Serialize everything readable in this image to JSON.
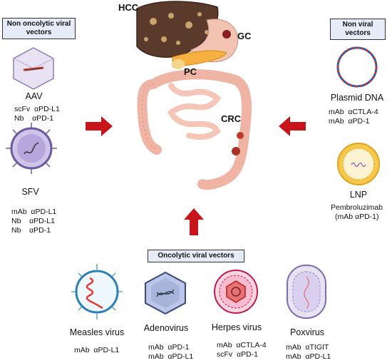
{
  "headings": {
    "non_oncolytic": "Non oncolytic viral vectors",
    "non_viral": "Non viral vectors",
    "oncolytic": "Oncolytic viral vectors"
  },
  "organs": {
    "hcc": "HCC",
    "gc": "GC",
    "pc": "PC",
    "crc": "CRC"
  },
  "vectors": {
    "aav": {
      "name": "AAV",
      "lines": [
        "scFv  αPD-L1",
        "Nb    αPD-1"
      ]
    },
    "sfv": {
      "name": "SFV",
      "lines": [
        "mAb  αPD-L1",
        "Nb    αPD-L1",
        "Nb    αPD-1"
      ]
    },
    "plasmid": {
      "name": "Plasmid DNA",
      "lines": [
        "mAb  αCTLA-4",
        "mAb  αPD-1"
      ]
    },
    "lnp": {
      "name": "LNP",
      "lines": [
        "Pembroluzimab",
        "(mAb αPD-1)"
      ]
    },
    "measles": {
      "name": "Measles virus",
      "lines": [
        "mAb  αPD-L1"
      ]
    },
    "adeno": {
      "name": "Adenovirus",
      "lines": [
        "mAb  αPD-1",
        "mAb  αPD-L1"
      ]
    },
    "herpes": {
      "name": "Herpes virus",
      "lines": [
        "mAb  αCTLA-4",
        "scFv  αPD-1"
      ]
    },
    "pox": {
      "name": "Poxvirus",
      "lines": [
        "mAb  αTIGIT",
        "mAb  αPD-L1"
      ]
    }
  },
  "colors": {
    "arrow": "#c8151b",
    "heading_bg": "#e6ecf7",
    "liver": "#5a3a2a",
    "colon": "#f0b4a4"
  }
}
